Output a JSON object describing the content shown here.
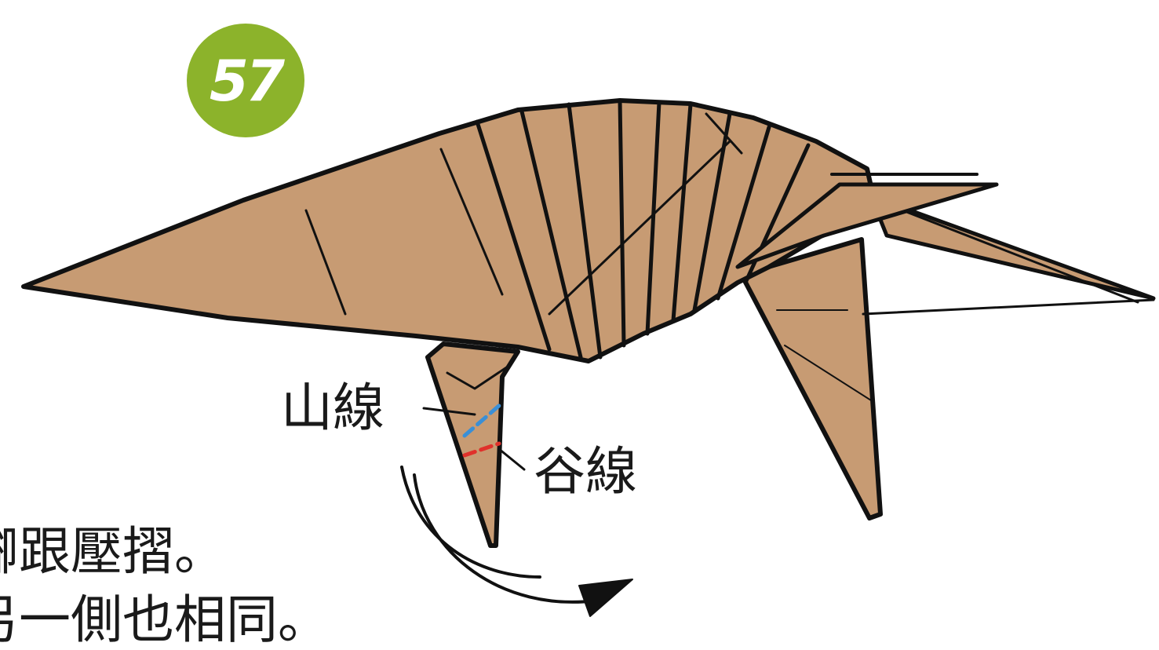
{
  "step": {
    "number": "57"
  },
  "labels": {
    "mountain_fold": "山線",
    "valley_fold": "谷線"
  },
  "instructions": [
    "腳跟壓摺。",
    "另一側也相同。"
  ],
  "colors": {
    "badge": "#8cb32b",
    "paper": "#c79b73",
    "outline": "#111111",
    "mountain_fold_line": "#3a8fd6",
    "valley_fold_line": "#e0312b"
  }
}
